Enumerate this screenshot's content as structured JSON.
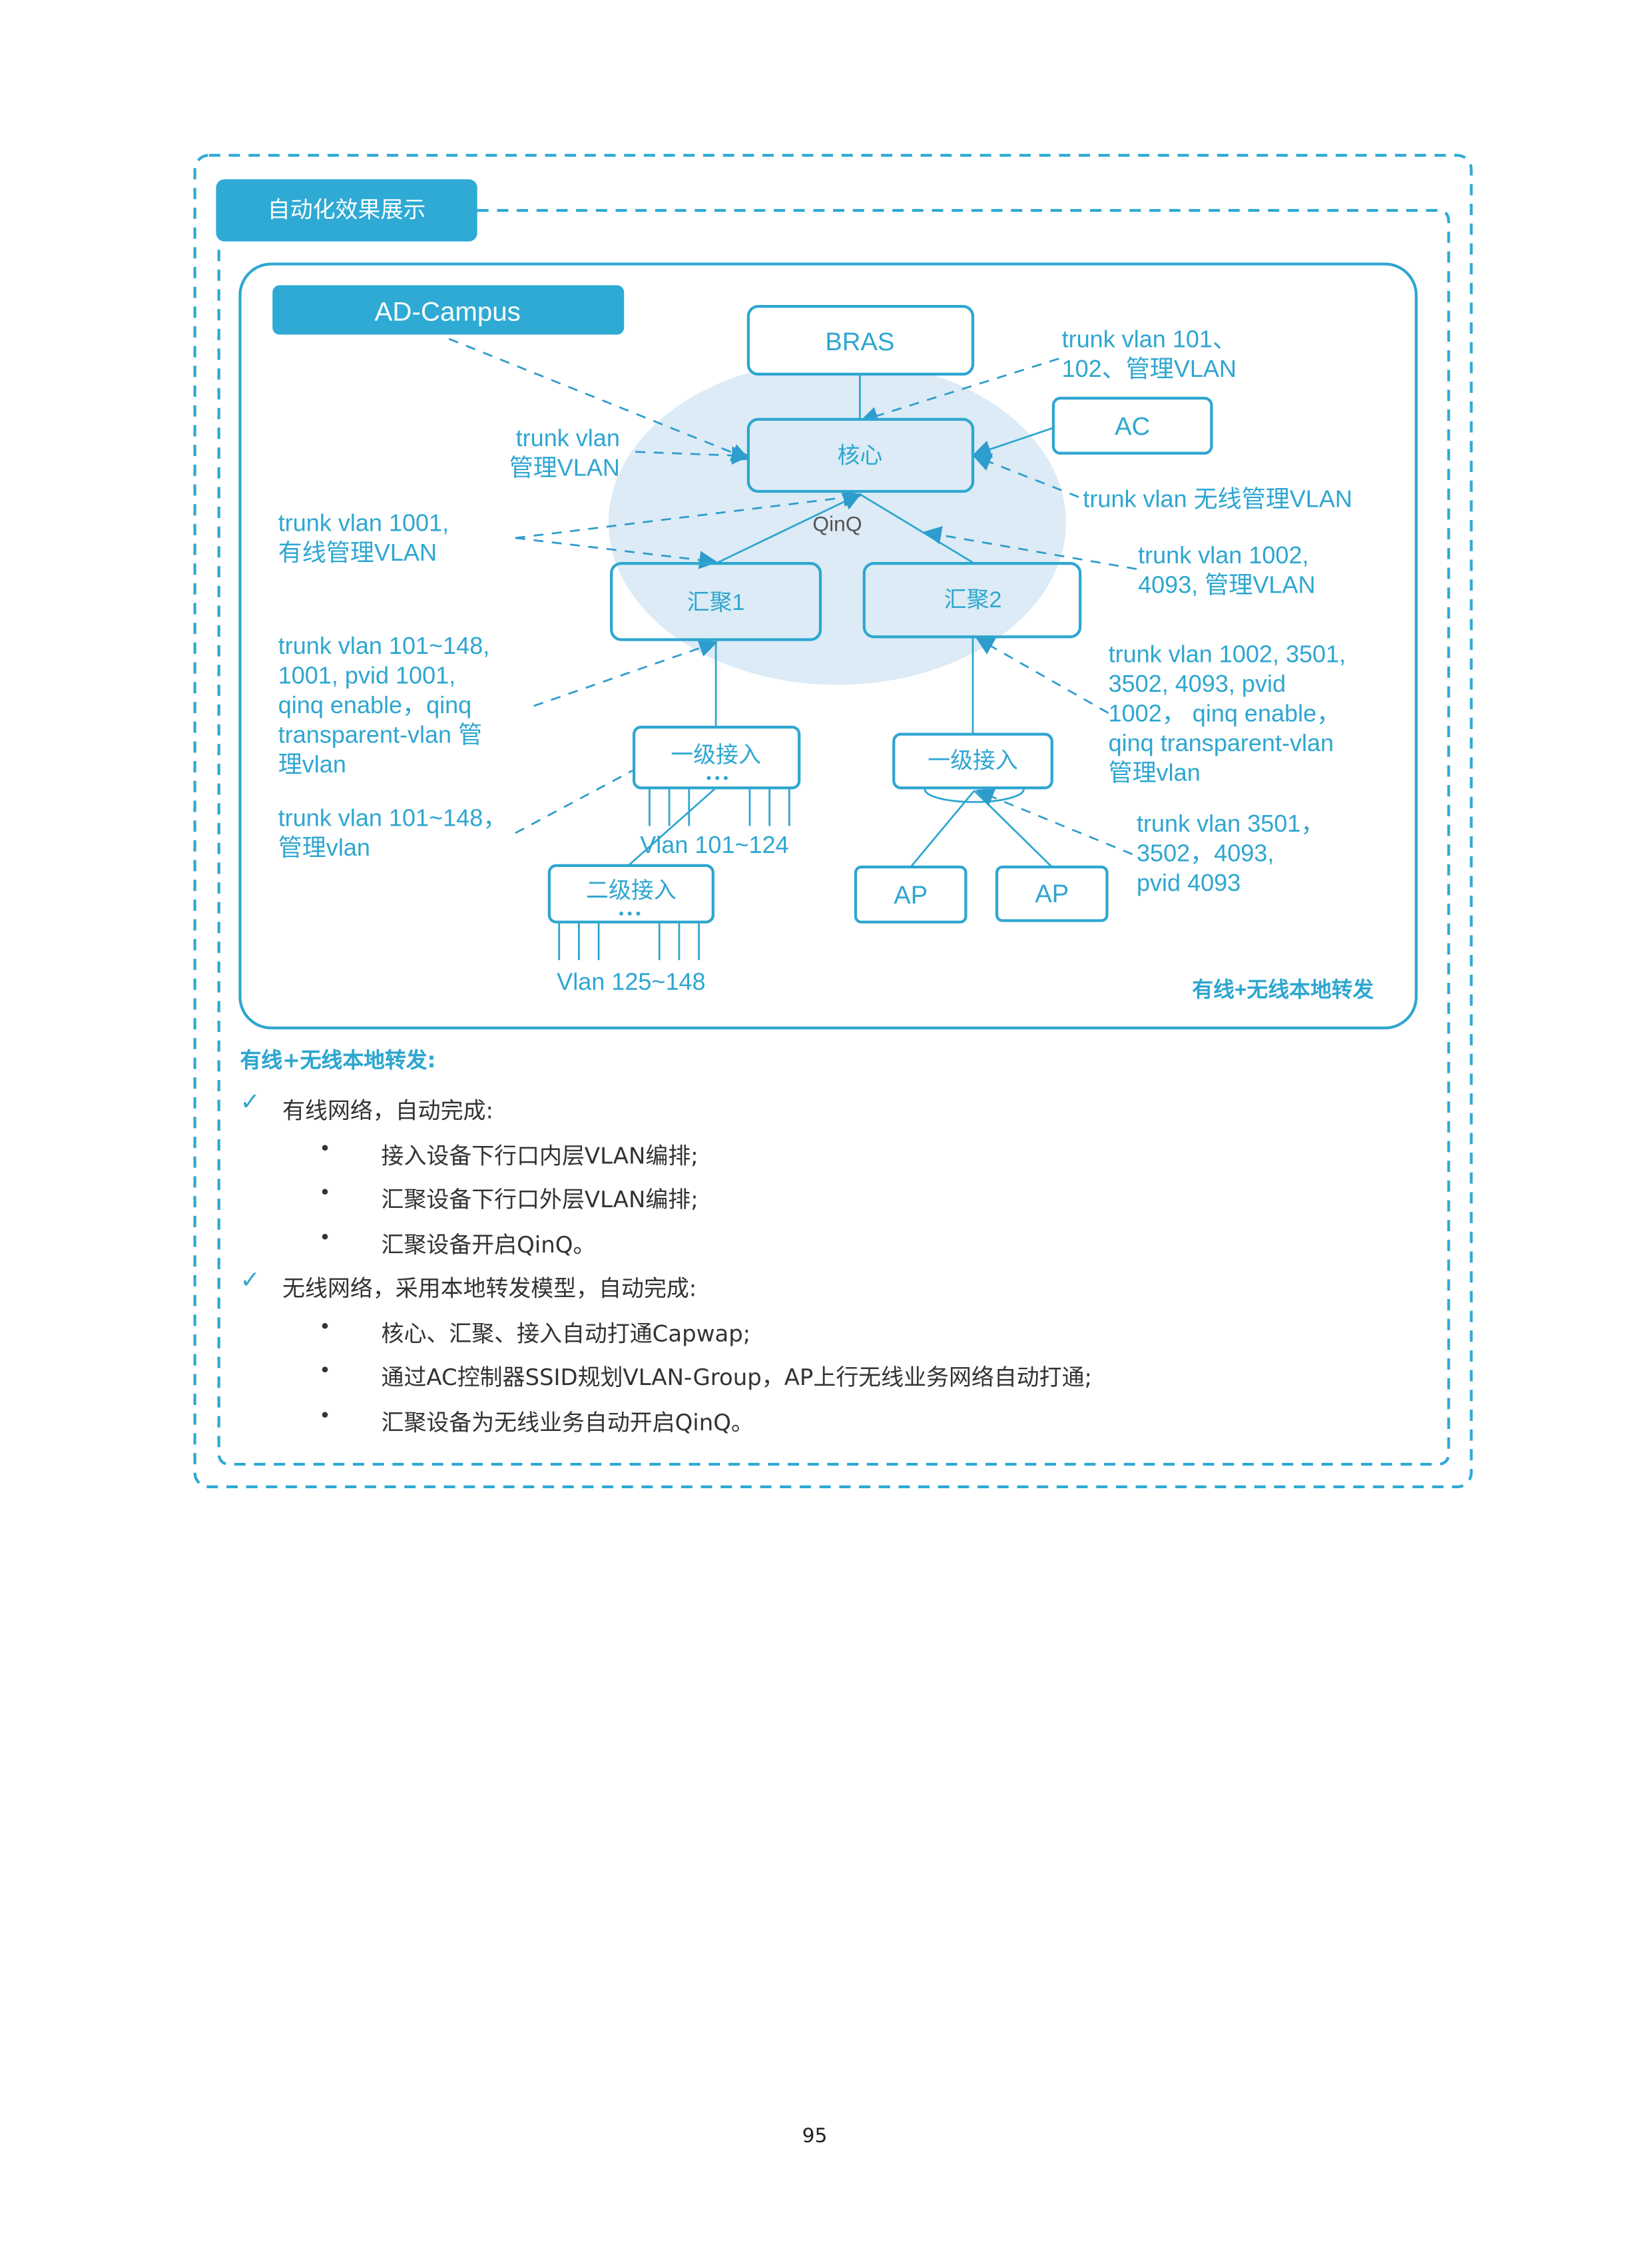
{
  "panel": {
    "title": "自动化效果展示"
  },
  "diagram": {
    "controller": "AD-Campus",
    "nodes": {
      "bras": "BRAS",
      "core": "核心",
      "ac": "AC",
      "agg1": "汇聚1",
      "agg2": "汇聚2",
      "access1_left": "一级接入",
      "access2": "二级接入",
      "access1_right": "一级接入",
      "ap1": "AP",
      "ap2": "AP"
    },
    "qinq": "QinQ",
    "labels": {
      "core_in": [
        "trunk  vlan",
        "管理VLAN"
      ],
      "bras_link": [
        "trunk vlan 101、",
        "102、管理VLAN"
      ],
      "ac_link": "trunk vlan 无线管理VLAN",
      "agg1_up": [
        "trunk  vlan 1001,",
        "有线管理VLAN"
      ],
      "agg2_up": [
        "trunk  vlan 1002,",
        "4093, 管理VLAN"
      ],
      "agg1_down": [
        "trunk  vlan 101~148,",
        "1001, pvid 1001,",
        "qinq enable，qinq",
        "transparent-vlan 管",
        "理vlan"
      ],
      "agg2_down": [
        "trunk  vlan 1002, 3501,",
        "3502, 4093, pvid",
        "1002，  qinq enable，",
        "qinq transparent-vlan",
        "管理vlan"
      ],
      "access_link": [
        "trunk  vlan 101~148，",
        "管理vlan"
      ],
      "ap_link": [
        "trunk vlan 3501，",
        "3502，4093,",
        "pvid 4093"
      ],
      "vlan_access1": "Vlan 101~124",
      "vlan_access2": "Vlan 125~148"
    },
    "caption": "有线+无线本地转发"
  },
  "content": {
    "heading": "有线+无线本地转发:",
    "groups": [
      {
        "title": "有线网络，自动完成:",
        "items": [
          "接入设备下行口内层VLAN编排;",
          "汇聚设备下行口外层VLAN编排;",
          "汇聚设备开启QinQ。"
        ]
      },
      {
        "title": "无线网络，采用本地转发模型，自动完成:",
        "items": [
          "核心、汇聚、接入自动打通Capwap;",
          "通过AC控制器SSID规划VLAN-Group，AP上行无线业务网络自动打通;",
          "汇聚设备为无线业务自动开启QinQ。"
        ]
      }
    ]
  },
  "page_number": "95",
  "colors": {
    "accent": "#2eaad4",
    "ellipse": "#dcebf5",
    "text": "#333333"
  }
}
